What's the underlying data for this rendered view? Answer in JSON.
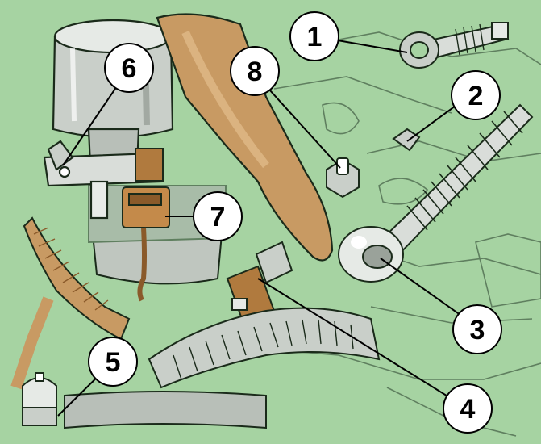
{
  "colors": {
    "background": "#a6d3a2",
    "line": "#1a2a1a",
    "metal_light": "#f2f4f2",
    "metal_mid": "#c9cfc9",
    "metal_dark": "#7c847c",
    "wire_brown": "#b98650",
    "connector_brown": "#b07a3e",
    "arm_tan": "#c89a63",
    "callout_fill": "#ffffff"
  },
  "callouts": [
    {
      "number": "1"
    },
    {
      "number": "2"
    },
    {
      "number": "3"
    },
    {
      "number": "4"
    },
    {
      "number": "5"
    },
    {
      "number": "6"
    },
    {
      "number": "7"
    },
    {
      "number": "8"
    }
  ]
}
